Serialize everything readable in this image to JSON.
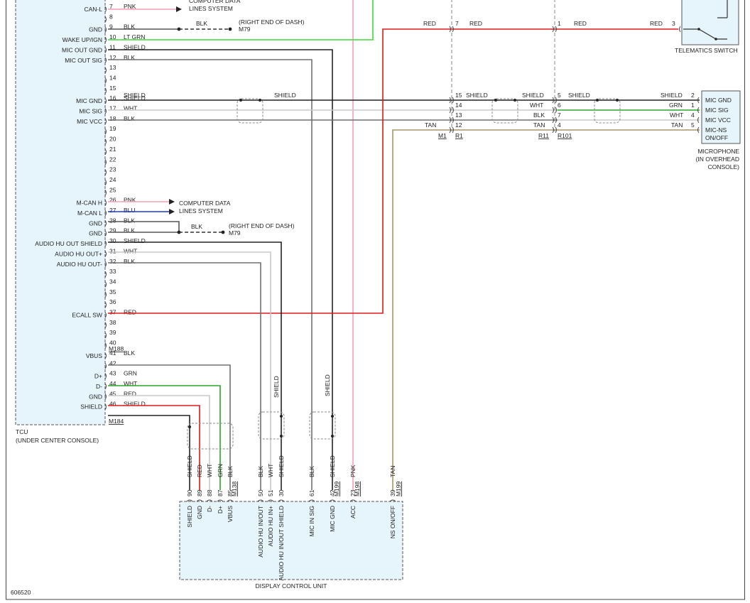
{
  "diagram_id": "606520",
  "colors": {
    "box_fill": "#e6f4fb",
    "PNK": "#f4a0b4",
    "LT GRN": "#3ed93e",
    "GRN": "#2aa52a",
    "BLK": "#222222",
    "SHIELD": "#222222",
    "WHT": "#c8c8c8",
    "BLU": "#1a3ad4",
    "RED": "#e01818",
    "TAN": "#a8966a",
    "GRAY": "#707070"
  },
  "tcu": {
    "name": "TCU",
    "location": "(UNDER CENTER CONSOLE)",
    "connector_m188": "M188",
    "connector_m184": "M184",
    "pins": [
      {
        "num": "7",
        "label": "CAN-L",
        "wire": "PNK"
      },
      {
        "num": "8",
        "label": "",
        "wire": ""
      },
      {
        "num": "9",
        "label": "GND",
        "wire": "BLK"
      },
      {
        "num": "10",
        "label": "WAKE UP/IGN",
        "wire": "LT GRN"
      },
      {
        "num": "11",
        "label": "MIC OUT GND",
        "wire": "SHIELD"
      },
      {
        "num": "12",
        "label": "MIC OUT SIG",
        "wire": "BLK"
      },
      {
        "num": "13",
        "label": "",
        "wire": ""
      },
      {
        "num": "14",
        "label": "",
        "wire": ""
      },
      {
        "num": "15",
        "label": "",
        "wire": ""
      },
      {
        "num": "16",
        "label": "MIC GND",
        "wire": "SHIELD"
      },
      {
        "num": "17",
        "label": "MIC SIG",
        "wire": "WHT"
      },
      {
        "num": "18",
        "label": "MIC VCC",
        "wire": "BLK"
      },
      {
        "num": "19",
        "label": "",
        "wire": ""
      },
      {
        "num": "20",
        "label": "",
        "wire": ""
      },
      {
        "num": "21",
        "label": "",
        "wire": ""
      },
      {
        "num": "22",
        "label": "",
        "wire": ""
      },
      {
        "num": "23",
        "label": "",
        "wire": ""
      },
      {
        "num": "24",
        "label": "",
        "wire": ""
      },
      {
        "num": "25",
        "label": "",
        "wire": ""
      },
      {
        "num": "26",
        "label": "M-CAN H",
        "wire": "PNK"
      },
      {
        "num": "27",
        "label": "M-CAN L",
        "wire": "BLU"
      },
      {
        "num": "28",
        "label": "GND",
        "wire": "BLK"
      },
      {
        "num": "29",
        "label": "GND",
        "wire": "BLK"
      },
      {
        "num": "30",
        "label": "AUDIO HU OUT SHIELD",
        "wire": "SHIELD"
      },
      {
        "num": "31",
        "label": "AUDIO HU OUT+",
        "wire": "WHT"
      },
      {
        "num": "32",
        "label": "AUDIO HU OUT-",
        "wire": "BLK"
      },
      {
        "num": "33",
        "label": "",
        "wire": ""
      },
      {
        "num": "34",
        "label": "",
        "wire": ""
      },
      {
        "num": "35",
        "label": "",
        "wire": ""
      },
      {
        "num": "36",
        "label": "",
        "wire": ""
      },
      {
        "num": "37",
        "label": "ECALL SW",
        "wire": "RED"
      },
      {
        "num": "38",
        "label": "",
        "wire": ""
      },
      {
        "num": "39",
        "label": "",
        "wire": ""
      },
      {
        "num": "40",
        "label": "",
        "wire": ""
      },
      {
        "num": "41",
        "label": "VBUS",
        "wire": "BLK"
      },
      {
        "num": "42",
        "label": "",
        "wire": ""
      },
      {
        "num": "43",
        "label": "D+",
        "wire": "GRN"
      },
      {
        "num": "44",
        "label": "D-",
        "wire": "WHT"
      },
      {
        "num": "45",
        "label": "GND",
        "wire": "RED"
      },
      {
        "num": "46",
        "label": "SHIELD",
        "wire": "SHIELD"
      }
    ]
  },
  "computer_data": {
    "line1": "COMPUTER DATA",
    "line2": "LINES SYSTEM"
  },
  "ground_ref": {
    "line1": "(RIGHT END OF DASH)",
    "connector": "M79",
    "wire": "BLK"
  },
  "inline_connectors": {
    "m1": "M1",
    "r1": "R1",
    "r11": "R11",
    "r101": "R101"
  },
  "upper_wires": {
    "red_run": {
      "a": "RED",
      "b_pin": "7",
      "b": "RED",
      "c_pin": "1",
      "c": "RED",
      "d": "RED",
      "d_pin": "3"
    },
    "mic_rows": [
      {
        "a_pin": "15",
        "a": "SHIELD",
        "b": "SHIELD",
        "c_pin": "5",
        "c": "SHIELD",
        "d": "SHIELD",
        "d_pin": "2"
      },
      {
        "a_pin": "14",
        "a": "",
        "b": "WHT",
        "c_pin": "6",
        "c": "",
        "d": "GRN",
        "d_pin": "1"
      },
      {
        "a_pin": "13",
        "a": "",
        "b": "BLK",
        "c_pin": "7",
        "c": "",
        "d": "WHT",
        "d_pin": "4"
      },
      {
        "a_pin": "12",
        "a": "TAN",
        "b": "TAN",
        "c_pin": "4",
        "c": "",
        "d": "TAN",
        "d_pin": "5"
      }
    ]
  },
  "telematics_switch": {
    "name": "TELEMATICS SWITCH"
  },
  "microphone": {
    "name": "MICROPHONE",
    "loc1": "(IN OVERHEAD",
    "loc2": "CONSOLE)",
    "pins": [
      "MIC GND",
      "MIC SIG",
      "MIC VCC",
      "MIC-NS",
      "ON/OFF"
    ]
  },
  "dcu": {
    "name": "DISPLAY CONTROL UNIT",
    "m138": "M138",
    "m199": "M199",
    "m198": "M198",
    "m199b": "M199",
    "pins": [
      {
        "num": "90",
        "wire": "SHIELD",
        "label": "SHIELD"
      },
      {
        "num": "89",
        "wire": "RED",
        "label": "GND"
      },
      {
        "num": "88",
        "wire": "WHT",
        "label": "D-"
      },
      {
        "num": "87",
        "wire": "GRN",
        "label": "D+"
      },
      {
        "num": "85",
        "wire": "BLK",
        "label": "VBUS"
      },
      {
        "num": "50",
        "wire": "BLK",
        "label": "AUDIO HU IN/OUT"
      },
      {
        "num": "51",
        "wire": "WHT",
        "label": "AUDIO HU IN+"
      },
      {
        "num": "30",
        "wire": "SHIELD",
        "label": "AUDIO HU IN/OUT SHIELD"
      },
      {
        "num": "61",
        "wire": "BLK",
        "label": "MIC IN SIG"
      },
      {
        "num": "42",
        "wire": "SHIELD",
        "label": "MIC GND"
      },
      {
        "num": "23",
        "wire": "PNK",
        "label": "ACC"
      },
      {
        "num": "39",
        "wire": "TAN",
        "label": "NS ON/OFF"
      }
    ]
  },
  "shield_labels": {
    "audio": "SHIELD",
    "mic": "SHIELD"
  }
}
